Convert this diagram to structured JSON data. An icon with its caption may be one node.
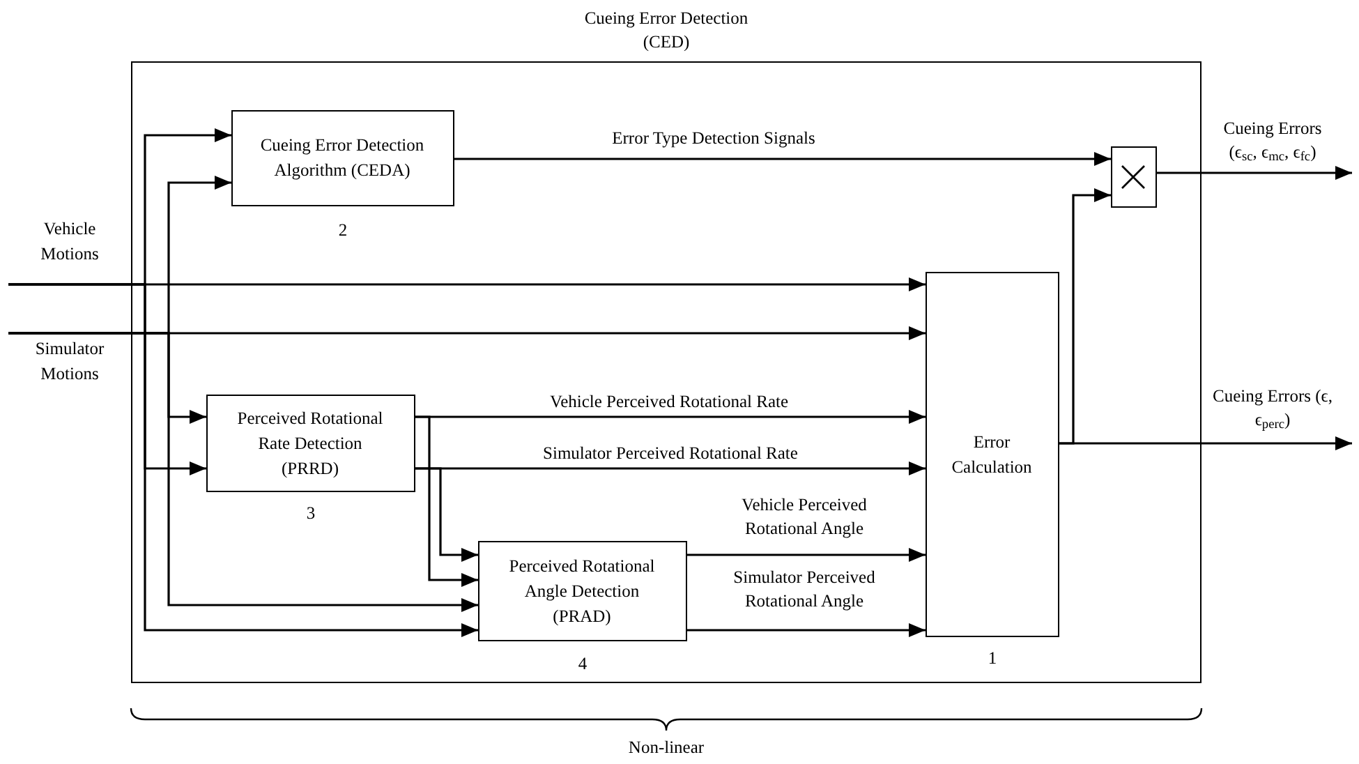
{
  "diagram": {
    "nodes": [
      {
        "text": [
          "Cueing Error Detection (CED)"
        ]
      },
      {
        "text": [
          "Cueing Error Detection Algorithm (CEDA)"
        ],
        "in": 0,
        "beside": [
          "2"
        ]
      },
      {
        "text": [
          "Vehicle Motions"
        ]
      },
      {
        "text": [
          "Simulator Motions"
        ]
      },
      {
        "text": [
          "Perceived Rotational Rate Detection (PRRD)"
        ],
        "in": 0,
        "beside": [
          "3"
        ]
      },
      {
        "text": [
          "Error Calculation"
        ],
        "in": 0,
        "beside": [
          "1"
        ]
      },
      {
        "text": [
          "Perceived Rotational Angle Detection (PRAD)"
        ],
        "in": 0,
        "beside": [
          "4"
        ]
      },
      {
        "text": [],
        "shape": "box",
        "in": 0
      }
    ],
    "edges": [
      {
        "from": 2,
        "to": 1,
        "arrow": "to"
      },
      {
        "from": 3,
        "to": 1,
        "arrow": "to"
      },
      {
        "from": 2,
        "to": 5,
        "arrow": "to"
      },
      {
        "from": 3,
        "to": 5,
        "arrow": "to"
      },
      {
        "from": 3,
        "to": 4,
        "arrow": "to"
      },
      {
        "from": 2,
        "to": 4,
        "arrow": "to"
      },
      {
        "from": 3,
        "to": 6,
        "arrow": "to"
      },
      {
        "from": 2,
        "to": 6,
        "arrow": "to"
      },
      {
        "from": 4,
        "to": 5,
        "arrow": "to",
        "label": "Vehicle Perceived Rotational Rate"
      },
      {
        "from": 4,
        "to": 5,
        "arrow": "to",
        "label": "Simulator Perceived Rotational Rate"
      },
      {
        "from": 4,
        "to": 6,
        "arrow": "to"
      },
      {
        "from": 4,
        "to": 6,
        "arrow": "to"
      },
      {
        "from": 6,
        "to": 5,
        "arrow": "to",
        "label": "Vehicle Perceived Rotational Angle"
      },
      {
        "from": 6,
        "to": 5,
        "arrow": "to",
        "label": "Simulator Perceived Rotational Angle"
      },
      {
        "from": 1,
        "to": 7,
        "arrow": "to",
        "label": "Error Type Detection Signals"
      },
      {
        "from": 5,
        "to": 7,
        "arrow": "to"
      },
      {
        "from": 7,
        "to": null,
        "arrow": "to",
        "label": "Cueing Errors (ϵ$_{sc}$, ϵ$_{mc}$, ϵ$_{fc}$)"
      },
      {
        "from": 5,
        "to": null,
        "arrow": "to",
        "label": "Cueing Errors (ϵ, ϵ$_{perc}$)"
      }
    ],
    "labels": [
      "Non-linear"
    ]
  }
}
